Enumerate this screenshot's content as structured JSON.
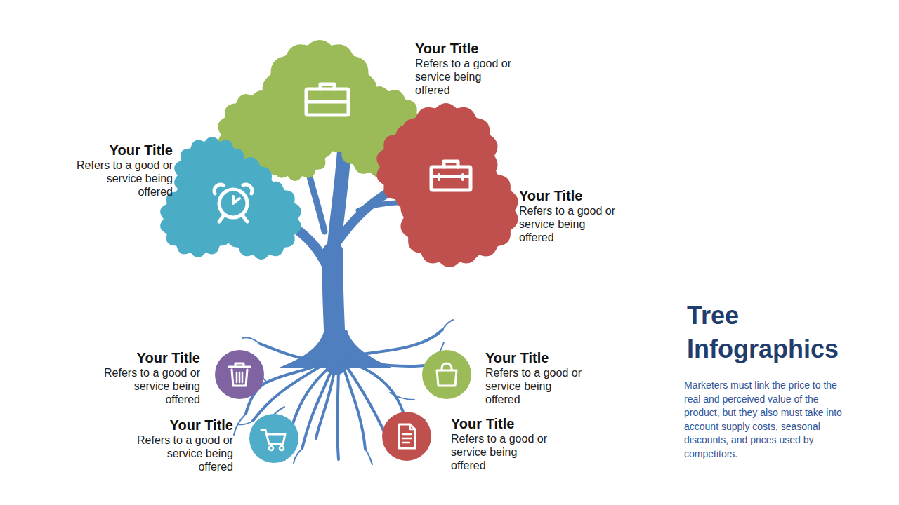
{
  "diagram": {
    "title": "Tree Infographics",
    "caption": "Marketers must link the price to the real and perceived value of the product, but they also must take into account supply costs, seasonal discounts, and prices used by competitors.",
    "nodes": [
      {
        "text": [
          "Your Title",
          "Refers to a good or service being offered"
        ]
      },
      {
        "text": [
          "Your Title",
          "Refers to a good or service being offered"
        ]
      },
      {
        "text": [
          "Your Title",
          "Refers to a good or service being offered"
        ]
      },
      {
        "text": [
          "Your Title",
          "Refers to a good or service being offered"
        ]
      },
      {
        "text": [
          "Your Title",
          "Refers to a good or service being offered"
        ]
      },
      {
        "text": [
          "Your Title",
          "Refers to a good or service being offered"
        ]
      },
      {
        "text": [
          "Your Title",
          "Refers to a good or service being offered"
        ]
      }
    ]
  }
}
